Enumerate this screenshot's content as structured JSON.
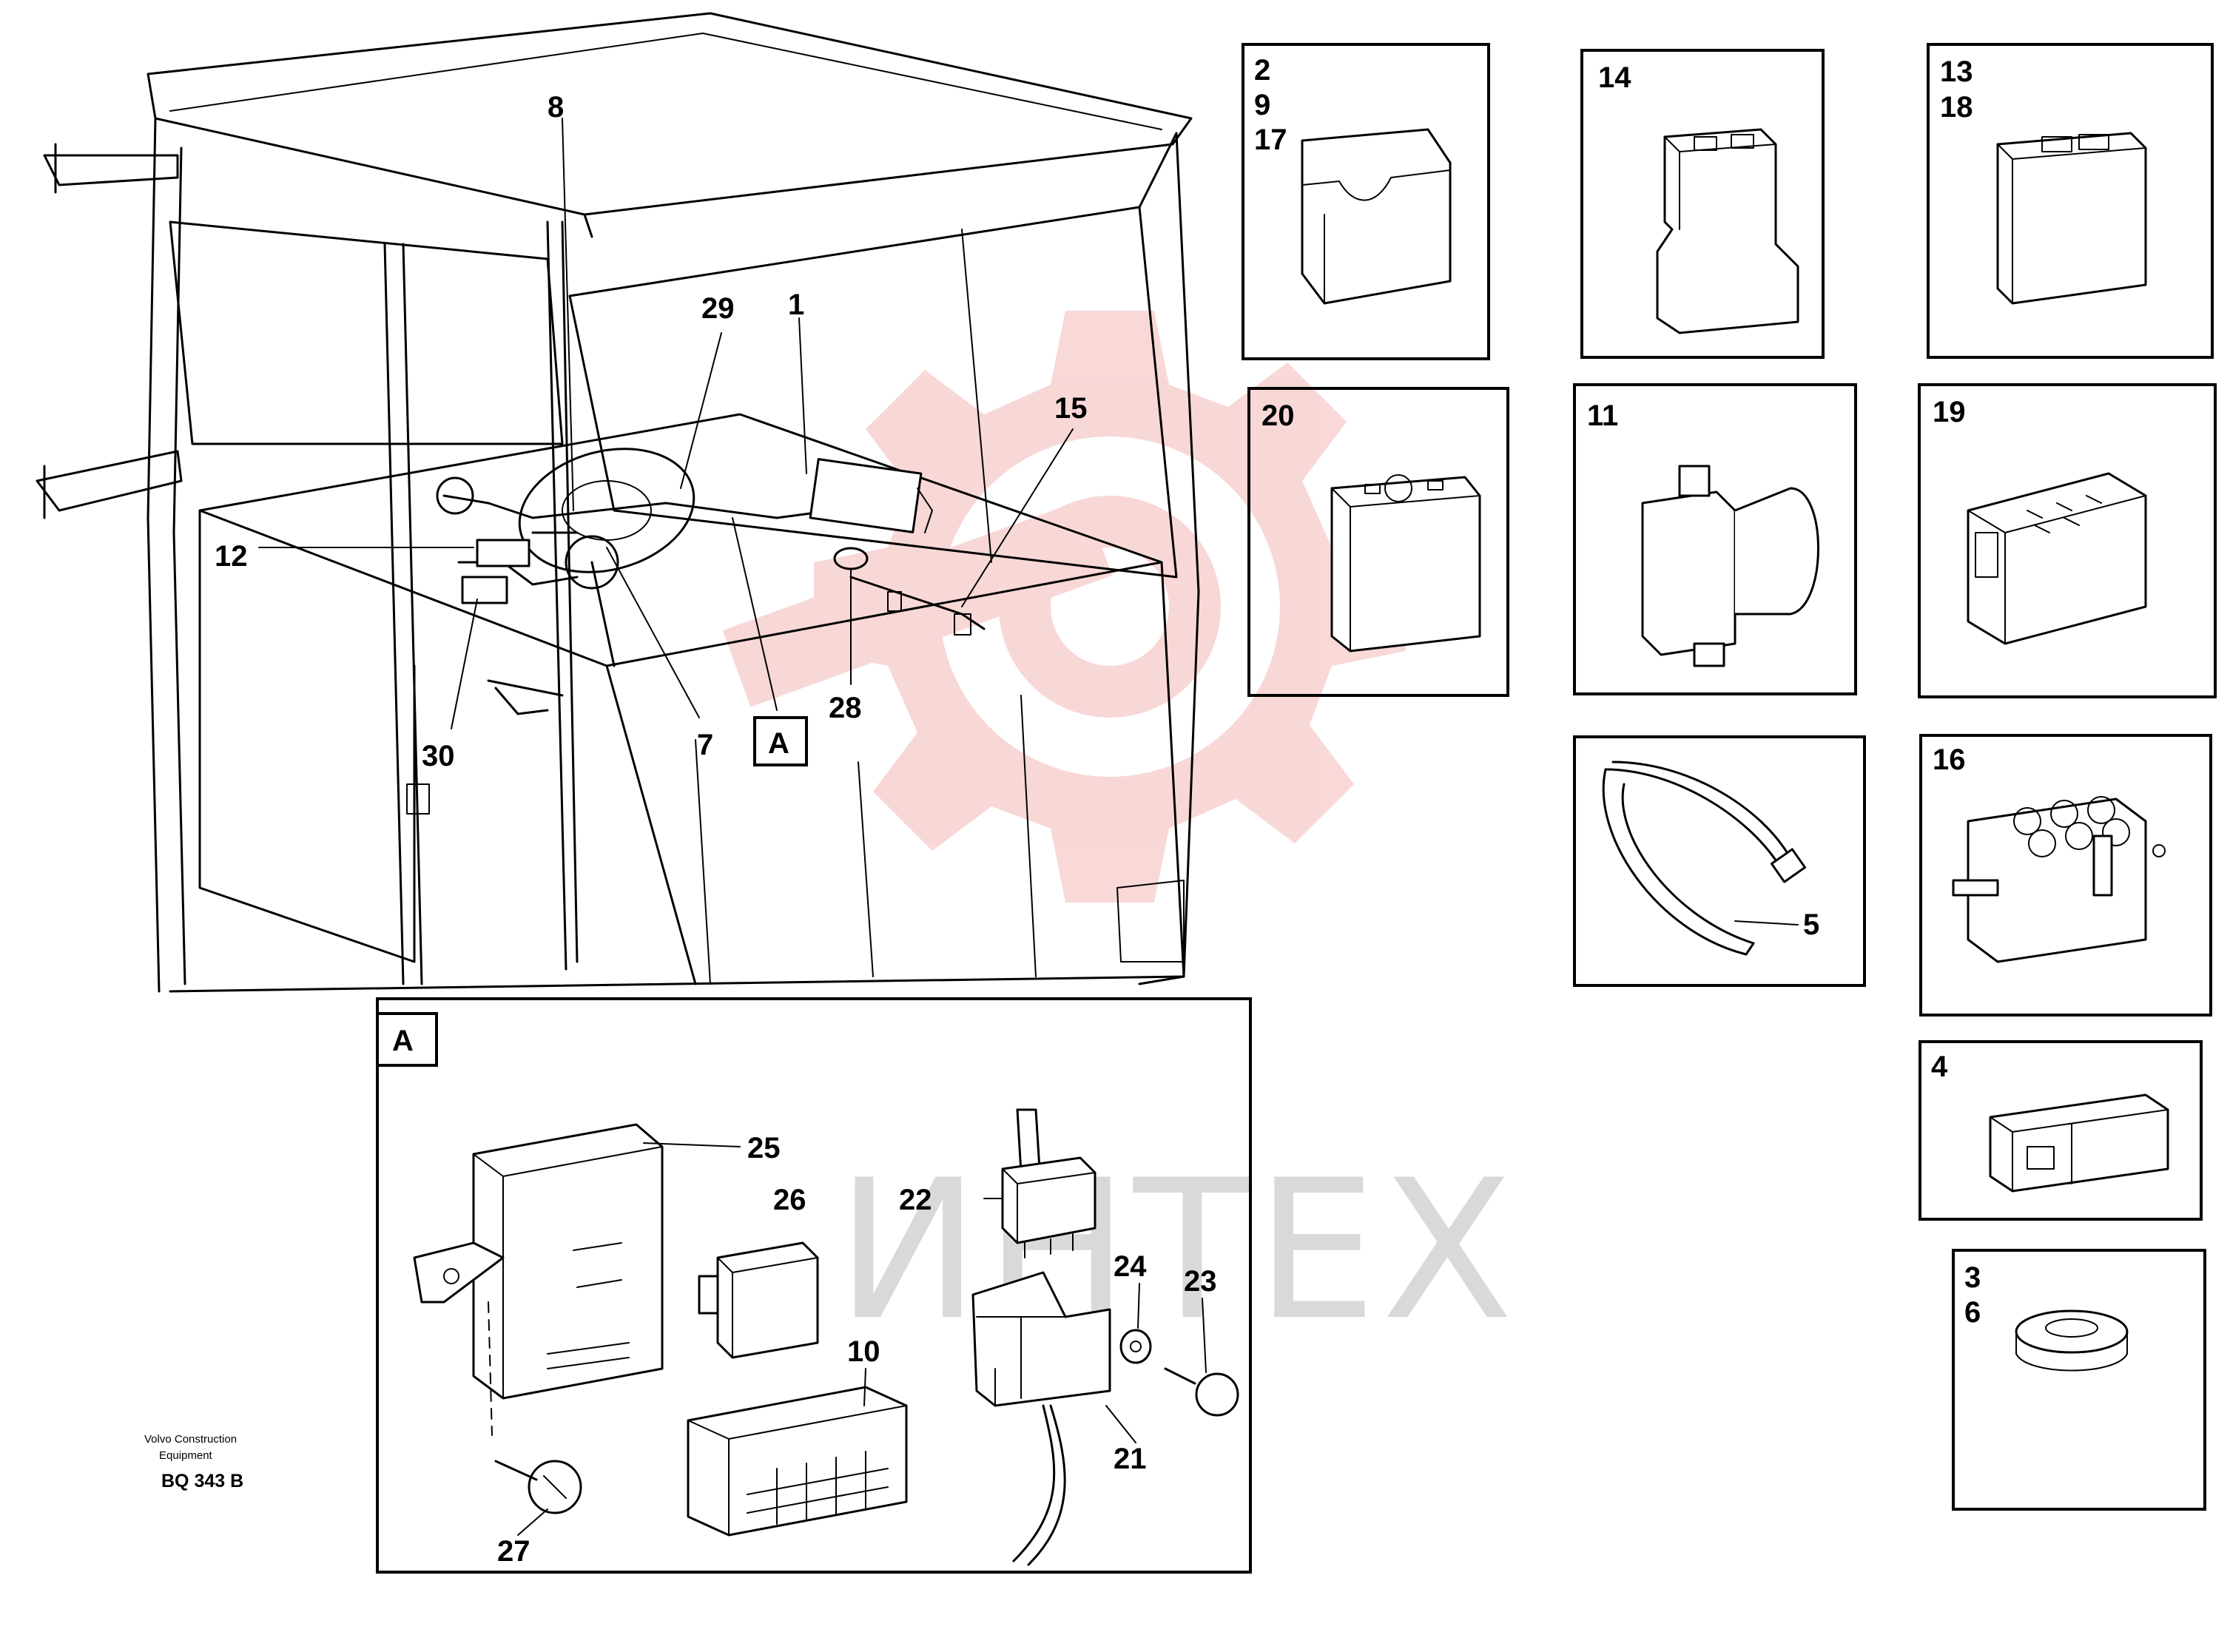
{
  "watermark": {
    "text": "ИНТЕХ",
    "color": "#f4b8b8",
    "text_color": "#d9d9d9"
  },
  "main_callouts": {
    "c8": "8",
    "c29": "29",
    "c1": "1",
    "c15": "15",
    "c12": "12",
    "c30": "30",
    "c7": "7",
    "cA": "A",
    "c28": "28"
  },
  "detail_a": {
    "tag": "A",
    "c25": "25",
    "c26": "26",
    "c22": "22",
    "c24": "24",
    "c23": "23",
    "c10": "10",
    "c21": "21",
    "c27": "27"
  },
  "panels": {
    "p2_9_17": {
      "l1": "2",
      "l2": "9",
      "l3": "17"
    },
    "p14": {
      "l1": "14"
    },
    "p13_18": {
      "l1": "13",
      "l2": "18"
    },
    "p20": {
      "l1": "20"
    },
    "p11": {
      "l1": "11"
    },
    "p19": {
      "l1": "19"
    },
    "p5": {
      "l1": "5"
    },
    "p16": {
      "l1": "16"
    },
    "p4": {
      "l1": "4"
    },
    "p3_6": {
      "l1": "3",
      "l2": "6"
    }
  },
  "footer": {
    "company_line1": "Volvo Construction",
    "company_line2": "Equipment",
    "code": "BQ 343 B"
  }
}
